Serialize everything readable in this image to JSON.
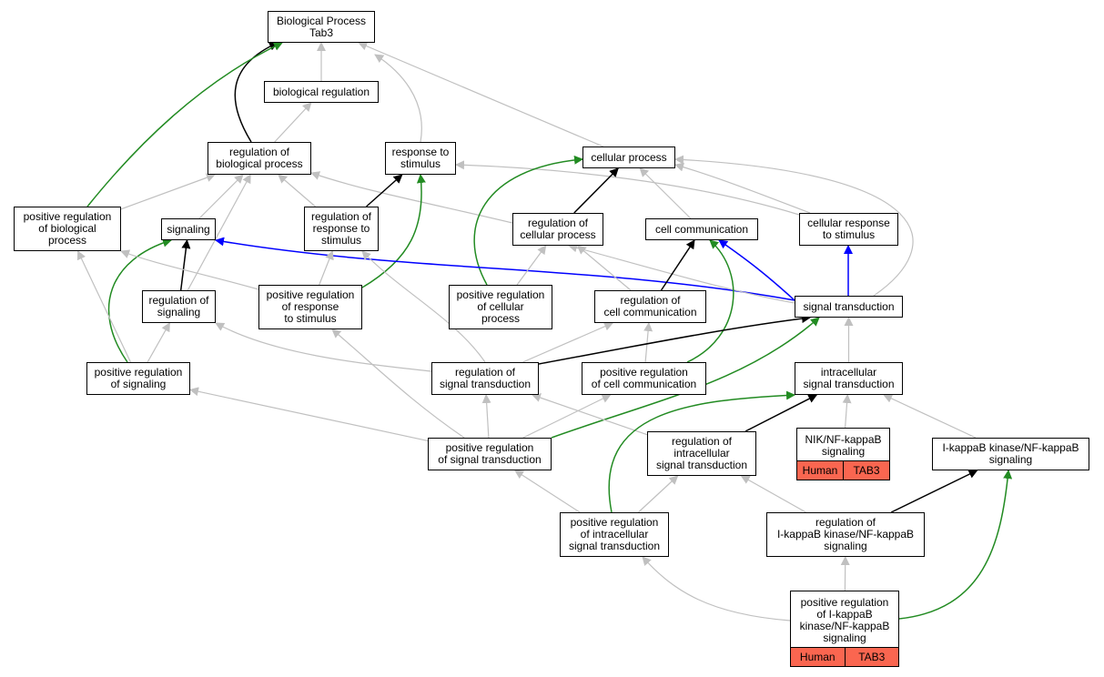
{
  "colors": {
    "is_a": "#c0c0c0",
    "part_of": "#000000",
    "regulates": "#0000ff",
    "positively_regulates": "#228b22",
    "annotation_fill": "#fa6650"
  },
  "nodes": {
    "bp": {
      "label": "Biological Process\nTab3"
    },
    "biological_regulation": {
      "label": "biological regulation"
    },
    "reg_bio_process": {
      "label": "regulation of\nbiological process"
    },
    "response_to_stimulus": {
      "label": "response to\nstimulus"
    },
    "cellular_process": {
      "label": "cellular process"
    },
    "pos_reg_bio_process": {
      "label": "positive regulation\nof biological\nprocess"
    },
    "signaling": {
      "label": "signaling"
    },
    "reg_response_stimulus": {
      "label": "regulation of\nresponse to\nstimulus"
    },
    "reg_cellular_process": {
      "label": "regulation of\ncellular process"
    },
    "cell_communication": {
      "label": "cell communication"
    },
    "cellular_response_stimulus": {
      "label": "cellular response\nto stimulus"
    },
    "reg_signaling": {
      "label": "regulation of\nsignaling"
    },
    "pos_reg_response_stimulus": {
      "label": "positive regulation\nof response\nto stimulus"
    },
    "pos_reg_cellular_process": {
      "label": "positive regulation\nof cellular\nprocess"
    },
    "reg_cell_communication": {
      "label": "regulation of\ncell communication"
    },
    "signal_transduction": {
      "label": "signal transduction"
    },
    "pos_reg_signaling": {
      "label": "positive regulation\nof signaling"
    },
    "reg_signal_transduction": {
      "label": "regulation of\nsignal transduction"
    },
    "pos_reg_cell_communication": {
      "label": "positive regulation\nof cell communication"
    },
    "intracellular_signal_transduction": {
      "label": "intracellular\nsignal transduction"
    },
    "pos_reg_signal_transduction": {
      "label": "positive regulation\nof signal transduction"
    },
    "reg_intracellular_signal_transduction": {
      "label": "regulation of\nintracellular\nsignal transduction"
    },
    "nik_nfkb_signaling": {
      "label": "NIK/NF-kappaB\nsignaling",
      "tags": [
        "Human",
        "TAB3"
      ]
    },
    "ikk_nfkb_signaling": {
      "label": "I-kappaB kinase/NF-kappaB\nsignaling"
    },
    "pos_reg_intracellular_signal_transduction": {
      "label": "positive regulation\nof intracellular\nsignal transduction"
    },
    "reg_ikk_nfkb_signaling": {
      "label": "regulation of\nI-kappaB kinase/NF-kappaB\nsignaling"
    },
    "pos_reg_ikk_nfkb_signaling": {
      "label": "positive regulation\nof I-kappaB\nkinase/NF-kappaB\nsignaling",
      "tags": [
        "Human",
        "TAB3"
      ]
    }
  },
  "edges": [
    [
      "biological_regulation",
      "bp",
      "is_a"
    ],
    [
      "reg_bio_process",
      "bp",
      "part_of"
    ],
    [
      "response_to_stimulus",
      "bp",
      "is_a"
    ],
    [
      "cellular_process",
      "bp",
      "is_a"
    ],
    [
      "pos_reg_bio_process",
      "bp",
      "positively_regulates"
    ],
    [
      "reg_bio_process",
      "biological_regulation",
      "is_a"
    ],
    [
      "pos_reg_bio_process",
      "reg_bio_process",
      "is_a"
    ],
    [
      "signaling",
      "reg_bio_process",
      "is_a"
    ],
    [
      "reg_response_stimulus",
      "reg_bio_process",
      "is_a"
    ],
    [
      "reg_signaling",
      "reg_bio_process",
      "is_a"
    ],
    [
      "reg_cellular_process",
      "reg_bio_process",
      "is_a"
    ],
    [
      "reg_response_stimulus",
      "response_to_stimulus",
      "part_of"
    ],
    [
      "pos_reg_response_stimulus",
      "response_to_stimulus",
      "positively_regulates"
    ],
    [
      "cellular_response_stimulus",
      "response_to_stimulus",
      "is_a"
    ],
    [
      "reg_cellular_process",
      "cellular_process",
      "part_of"
    ],
    [
      "cell_communication",
      "cellular_process",
      "is_a"
    ],
    [
      "cellular_response_stimulus",
      "cellular_process",
      "is_a"
    ],
    [
      "signal_transduction",
      "cellular_process",
      "is_a"
    ],
    [
      "pos_reg_cellular_process",
      "cellular_process",
      "positively_regulates"
    ],
    [
      "reg_signaling",
      "signaling",
      "part_of"
    ],
    [
      "pos_reg_signaling",
      "signaling",
      "positively_regulates"
    ],
    [
      "signal_transduction",
      "signaling",
      "regulates"
    ],
    [
      "pos_reg_signaling",
      "pos_reg_bio_process",
      "is_a"
    ],
    [
      "pos_reg_response_stimulus",
      "reg_response_stimulus",
      "is_a"
    ],
    [
      "reg_signal_transduction",
      "reg_response_stimulus",
      "is_a"
    ],
    [
      "pos_reg_response_stimulus",
      "pos_reg_bio_process",
      "is_a"
    ],
    [
      "pos_reg_cellular_process",
      "reg_cellular_process",
      "is_a"
    ],
    [
      "reg_cell_communication",
      "reg_cellular_process",
      "is_a"
    ],
    [
      "signal_transduction",
      "reg_cellular_process",
      "is_a"
    ],
    [
      "reg_cell_communication",
      "cell_communication",
      "part_of"
    ],
    [
      "pos_reg_cell_communication",
      "cell_communication",
      "positively_regulates"
    ],
    [
      "signal_transduction",
      "cell_communication",
      "regulates"
    ],
    [
      "signal_transduction",
      "cellular_response_stimulus",
      "regulates"
    ],
    [
      "pos_reg_signaling",
      "reg_signaling",
      "is_a"
    ],
    [
      "reg_signal_transduction",
      "reg_signaling",
      "is_a"
    ],
    [
      "reg_signal_transduction",
      "reg_cell_communication",
      "is_a"
    ],
    [
      "pos_reg_cell_communication",
      "reg_cell_communication",
      "is_a"
    ],
    [
      "reg_signal_transduction",
      "signal_transduction",
      "part_of"
    ],
    [
      "pos_reg_signal_transduction",
      "pos_reg_signaling",
      "is_a"
    ],
    [
      "pos_reg_signal_transduction",
      "reg_signal_transduction",
      "is_a"
    ],
    [
      "pos_reg_signal_transduction",
      "pos_reg_response_stimulus",
      "is_a"
    ],
    [
      "pos_reg_signal_transduction",
      "pos_reg_cell_communication",
      "is_a"
    ],
    [
      "pos_reg_signal_transduction",
      "signal_transduction",
      "positively_regulates"
    ],
    [
      "intracellular_signal_transduction",
      "signal_transduction",
      "is_a"
    ],
    [
      "reg_intracellular_signal_transduction",
      "reg_signal_transduction",
      "is_a"
    ],
    [
      "reg_intracellular_signal_transduction",
      "intracellular_signal_transduction",
      "part_of"
    ],
    [
      "nik_nfkb_signaling",
      "intracellular_signal_transduction",
      "is_a"
    ],
    [
      "ikk_nfkb_signaling",
      "intracellular_signal_transduction",
      "is_a"
    ],
    [
      "pos_reg_intracellular_signal_transduction",
      "pos_reg_signal_transduction",
      "is_a"
    ],
    [
      "pos_reg_intracellular_signal_transduction",
      "reg_intracellular_signal_transduction",
      "is_a"
    ],
    [
      "pos_reg_intracellular_signal_transduction",
      "intracellular_signal_transduction",
      "positively_regulates"
    ],
    [
      "reg_ikk_nfkb_signaling",
      "reg_intracellular_signal_transduction",
      "is_a"
    ],
    [
      "reg_ikk_nfkb_signaling",
      "ikk_nfkb_signaling",
      "part_of"
    ],
    [
      "pos_reg_ikk_nfkb_signaling",
      "reg_ikk_nfkb_signaling",
      "is_a"
    ],
    [
      "pos_reg_ikk_nfkb_signaling",
      "pos_reg_intracellular_signal_transduction",
      "is_a"
    ],
    [
      "pos_reg_ikk_nfkb_signaling",
      "ikk_nfkb_signaling",
      "positively_regulates"
    ]
  ]
}
